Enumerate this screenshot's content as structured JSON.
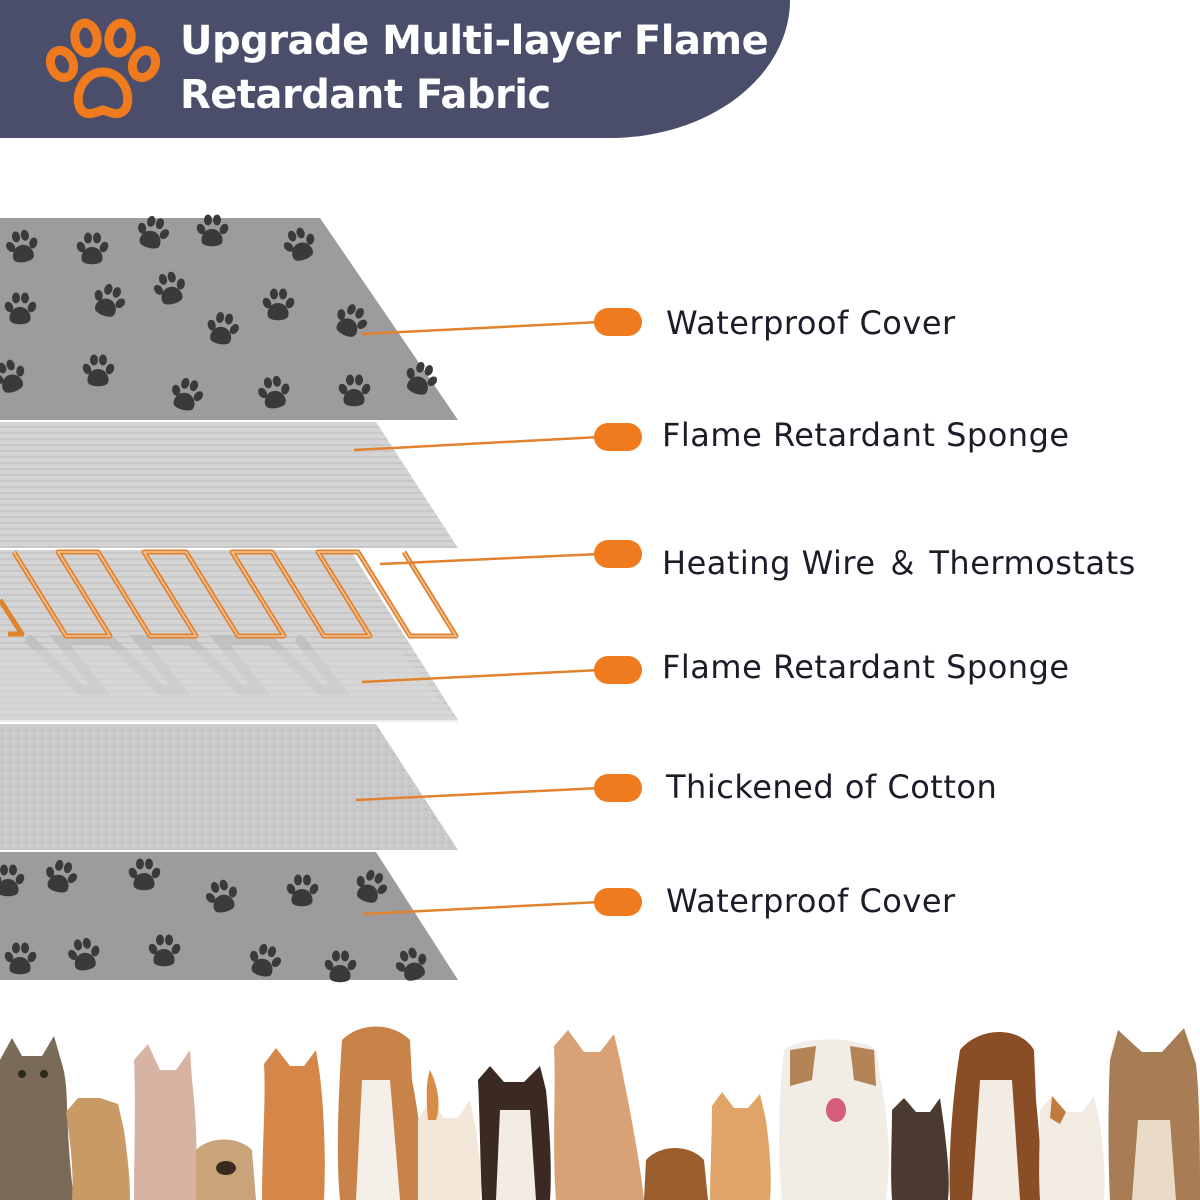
{
  "banner": {
    "title_line1": "Upgrade Multi-layer Flame",
    "title_line2": "Retardant Fabric",
    "logo_icon": "paw-print-icon",
    "background_color": "#4a4e6b",
    "logo_color": "#f07a1e"
  },
  "accent_color": "#f07a1e",
  "layers": [
    {
      "label": "Waterproof Cover"
    },
    {
      "label": "Flame Retardant Sponge"
    },
    {
      "label": "Heating Wire ＆ Thermostats"
    },
    {
      "label": "Flame Retardant Sponge"
    },
    {
      "label": "Thickened of Cotton"
    },
    {
      "label": "Waterproof Cover"
    }
  ]
}
